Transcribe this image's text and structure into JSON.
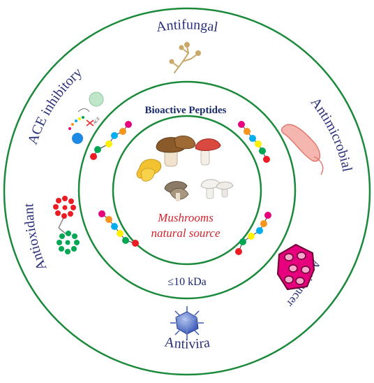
{
  "diagram": {
    "outer_labels": {
      "antifungal": "Antifungal",
      "antimicrobial": "Antimicrobial",
      "anticancer": "Anticancer",
      "antiviral": "Antiviral",
      "antioxidant": "Antioxidant",
      "ace_inhibitory": "ACE inhibitory"
    },
    "ace_small_label": "ACE",
    "middle_top_label": "Bioactive Peptides",
    "middle_bottom_label": "≤10 kDa",
    "center_line1": "Mushrooms",
    "center_line2": "natural source"
  },
  "colors": {
    "ring": "#1a8a3a",
    "label_text": "#2a2f7a",
    "center_text": "#d4232b",
    "peptide_beads": [
      "#e6007e",
      "#f7941d",
      "#00aeef",
      "#fff200",
      "#00a651",
      "#ed1c24"
    ]
  },
  "icons": [
    "fungus-icon",
    "bacterium-icon",
    "cancer-cells-icon",
    "virus-icon",
    "antioxidant-molecule-icon",
    "ace-enzyme-icon",
    "peptide-chain-icon",
    "mushrooms-icon"
  ]
}
